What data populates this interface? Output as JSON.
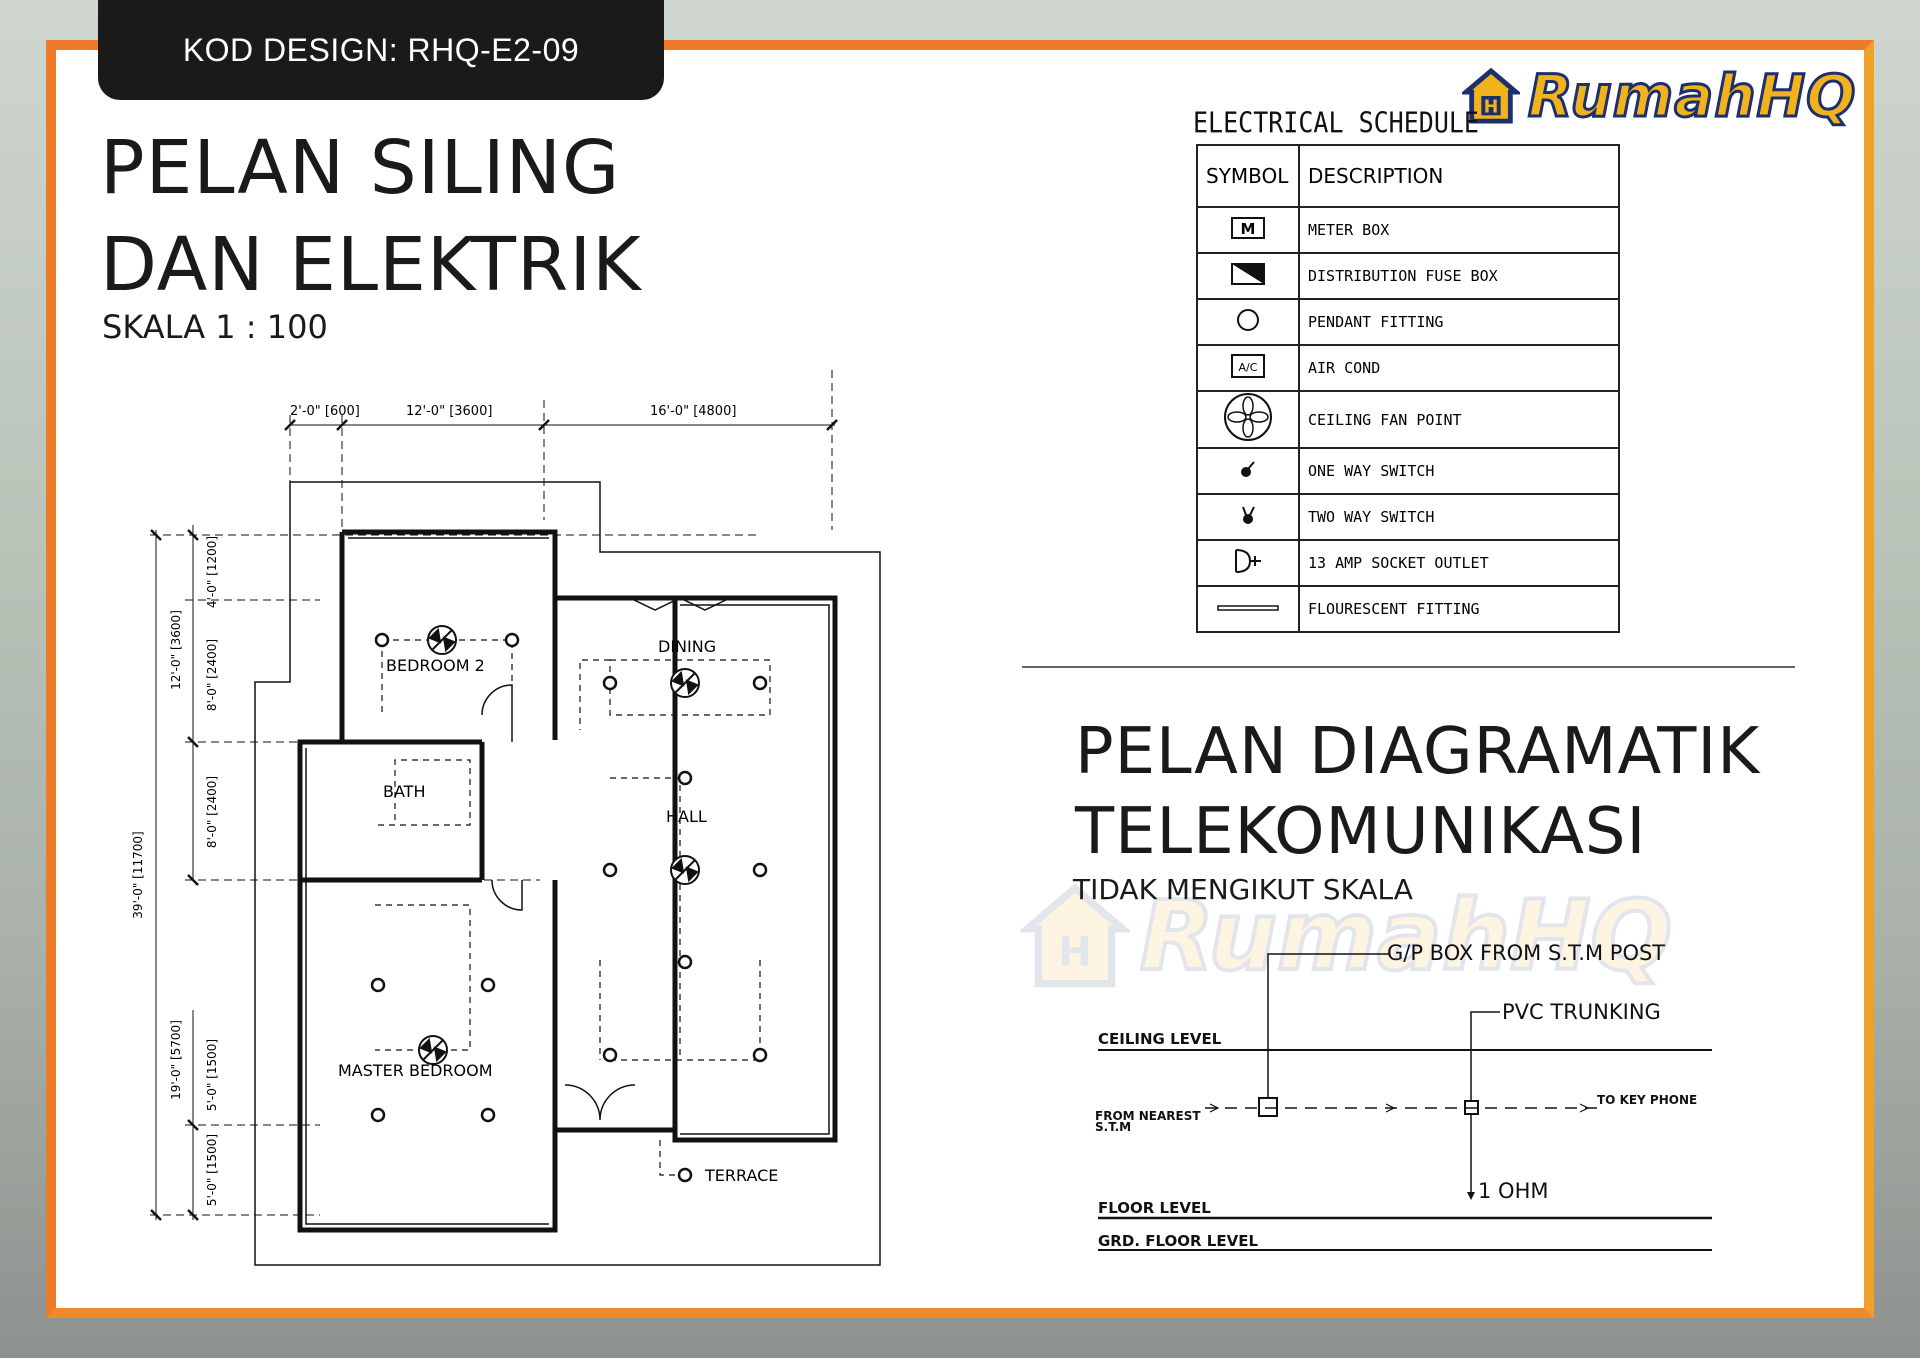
{
  "header": {
    "kod_design": "KOD DESIGN: RHQ-E2-09"
  },
  "plan": {
    "title_line1": "PELAN SILING",
    "title_line2": "DAN ELEKTRIK",
    "scale": "SKALA 1 : 100",
    "dims_top": [
      "2'-0\" [600]",
      "12'-0\" [3600]",
      "16'-0\" [4800]"
    ],
    "dims_left": [
      "4'-0\" [1200]",
      "12'-0\" [3600]",
      "8'-0\" [2400]",
      "8'-0\" [2400]",
      "39'-0\" [11700]",
      "19'-0\" [5700]",
      "5'-0\" [1500]",
      "5'-0\" [1500]"
    ],
    "rooms": {
      "bedroom2": "BEDROOM 2",
      "dining": "DINING",
      "bath": "BATH",
      "hall": "HALL",
      "master": "MASTER BEDROOM",
      "terrace": "TERRACE"
    }
  },
  "logo": {
    "text": "RumahHQ"
  },
  "schedule": {
    "title": "ELECTRICAL SCHEDULE",
    "headers": {
      "symbol": "SYMBOL",
      "description": "DESCRIPTION"
    },
    "rows": [
      {
        "icon": "meter-box-icon",
        "desc": "METER BOX"
      },
      {
        "icon": "distribution-fuse-box-icon",
        "desc": "DISTRIBUTION FUSE BOX"
      },
      {
        "icon": "pendant-fitting-icon",
        "desc": "PENDANT FITTING"
      },
      {
        "icon": "air-cond-icon",
        "desc": "AIR COND"
      },
      {
        "icon": "ceiling-fan-icon",
        "desc": "CEILING FAN POINT"
      },
      {
        "icon": "one-way-switch-icon",
        "desc": "ONE WAY SWITCH"
      },
      {
        "icon": "two-way-switch-icon",
        "desc": "TWO WAY SWITCH"
      },
      {
        "icon": "socket-outlet-icon",
        "desc": "13 AMP SOCKET OUTLET"
      },
      {
        "icon": "fluorescent-fitting-icon",
        "desc": "FLOURESCENT FITTING"
      }
    ],
    "meter_letter": "M",
    "ac_letter": "A/C"
  },
  "tele": {
    "title_line1": "PELAN DIAGRAMATIK",
    "title_line2": "TELEKOMUNIKASI",
    "subtitle": "TIDAK MENGIKUT SKALA",
    "gp_box": "G/P BOX FROM S.T.M POST",
    "pvc": "PVC TRUNKING",
    "ceiling_level": "CEILING LEVEL",
    "from_nearest_1": "FROM NEAREST",
    "from_nearest_2": "S.T.M",
    "to_key_phone": "TO KEY PHONE",
    "one_ohm": "1 OHM",
    "floor_level": "FLOOR LEVEL",
    "grd_floor_level": "GRD. FLOOR LEVEL"
  },
  "colors": {
    "frame": "#ee7a2a",
    "frame_accent": "#f0a12a",
    "tab": "#1a1a1a",
    "logo_yellow": "#f2b21c",
    "logo_blue": "#1c2f6e"
  }
}
